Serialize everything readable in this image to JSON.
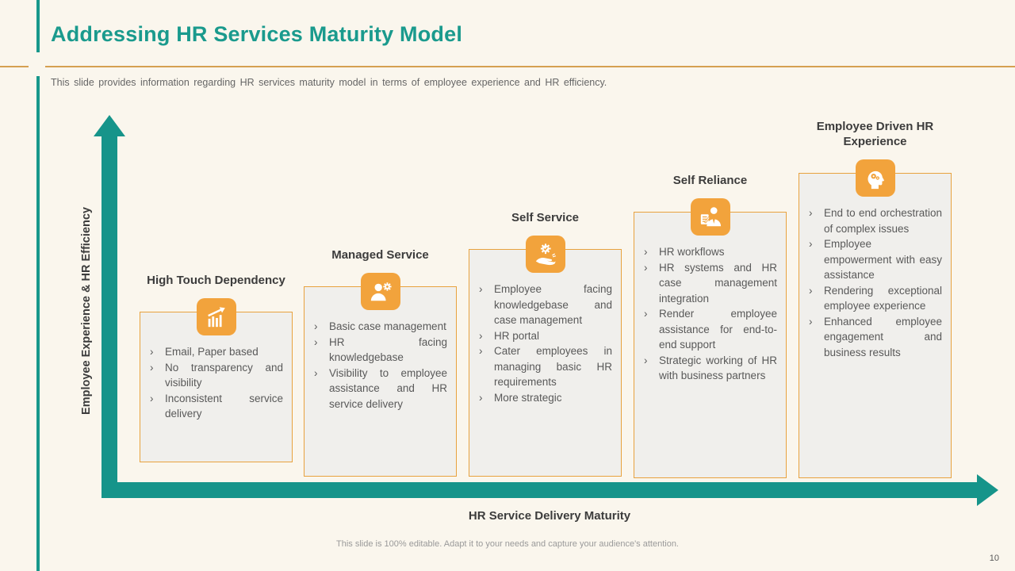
{
  "slide": {
    "title": "Addressing HR Services Maturity Model",
    "subtitle": "This slide provides  information  regarding  HR services maturity model in terms of employee experience and HR efficiency.",
    "footer": "This slide is 100% editable. Adapt it to your needs and capture your audience's attention.",
    "page_number": "10"
  },
  "axes": {
    "y_label": "Employee Experience & HR Efficiency",
    "x_label": "HR Service Delivery Maturity"
  },
  "colors": {
    "teal": "#16948A",
    "orange": "#F2A33C",
    "gold_rule": "#D5A051",
    "box_fill": "#F0EFEC",
    "box_border": "#E8A23E",
    "background": "#FAF6ED",
    "text_dark": "#3C3C3C",
    "text_body": "#595959"
  },
  "stages": [
    {
      "title": "High Touch Dependency",
      "icon": "growth-chart-icon",
      "bullets": [
        "Email, Paper based",
        "No transparency and visibility",
        "Inconsistent service delivery"
      ]
    },
    {
      "title": "Managed Service",
      "icon": "user-gear-icon",
      "bullets": [
        "Basic case management",
        "HR facing knowledgebase",
        "Visibility to employee assistance and HR service delivery"
      ]
    },
    {
      "title": "Self Service",
      "icon": "hand-gear-icon",
      "bullets": [
        "Employee facing knowledgebase and case management",
        "HR portal",
        "Cater employees in managing basic HR requirements",
        "More strategic"
      ]
    },
    {
      "title": "Self Reliance",
      "icon": "person-document-icon",
      "bullets": [
        "HR workflows",
        "HR systems and HR case management integration",
        "Render employee assistance for end-to-end support",
        "Strategic working of HR with business partners"
      ]
    },
    {
      "title": "Employee Driven HR Experience",
      "icon": "head-gears-icon",
      "bullets": [
        "End to end orchestration of complex issues",
        "Employee empowerment with easy assistance",
        "Rendering exceptional employee experience",
        "Enhanced employee engagement and business results"
      ]
    }
  ]
}
